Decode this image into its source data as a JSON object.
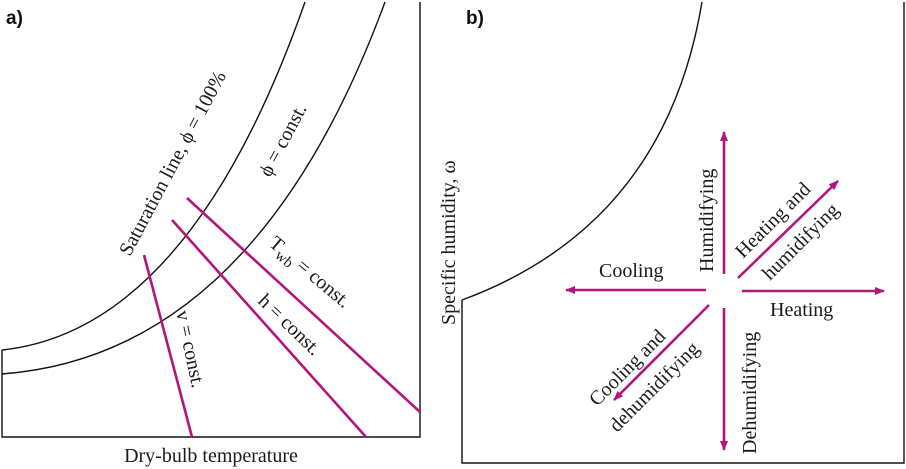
{
  "panel_a": {
    "label": "a)",
    "saturation_label": "Saturation line,  ϕ = 100%",
    "phi_label": "ϕ = const.",
    "twb_label": "T",
    "twb_sub": "wb",
    "twb_rest": " = const.",
    "h_label": "h = const.",
    "v_label": "v = const.",
    "xlabel": "Dry-bulb temperature"
  },
  "panel_b": {
    "label": "b)",
    "ylabel": "Specific humidity, ω",
    "humidifying": "Humidifying",
    "heating_humidifying_1": "Heating and",
    "heating_humidifying_2": "humidifying",
    "cooling": "Cooling",
    "heating": "Heating",
    "cooling_dehumidifying_1": "Cooling and",
    "cooling_dehumidifying_2": "dehumidifying",
    "dehumidifying": "Dehumidifying"
  },
  "colors": {
    "process_line": "#b3157a",
    "axis": "#111111"
  }
}
